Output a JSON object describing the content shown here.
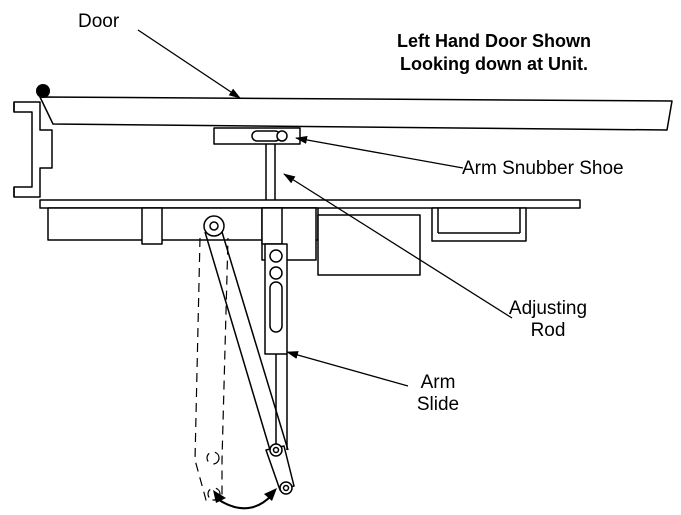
{
  "title": {
    "line1": "Left Hand Door Shown",
    "line2": "Looking down at Unit."
  },
  "labels": {
    "door": "Door",
    "arm_snubber_shoe": "Arm Snubber Shoe",
    "adjusting_rod_line1": "Adjusting",
    "adjusting_rod_line2": "Rod",
    "arm_slide_line1": "Arm",
    "arm_slide_line2": "Slide"
  },
  "colors": {
    "ink": "#000000",
    "background": "#ffffff"
  }
}
